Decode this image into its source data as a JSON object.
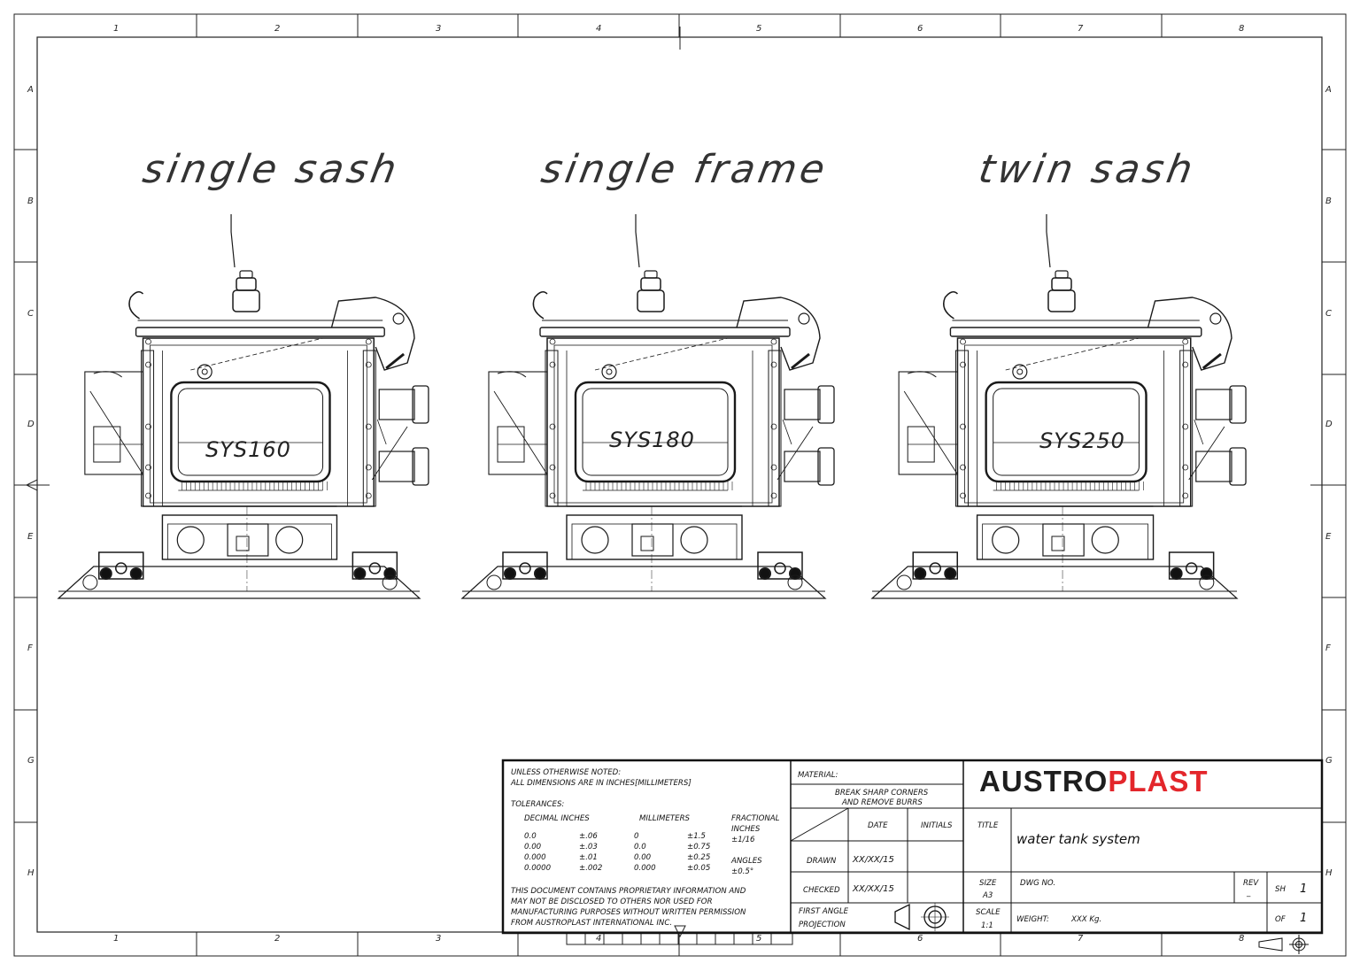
{
  "zones": {
    "columns": [
      "1",
      "2",
      "3",
      "4",
      "5",
      "6",
      "7",
      "8"
    ],
    "rows": [
      "A",
      "B",
      "C",
      "D",
      "E",
      "F",
      "G",
      "H"
    ]
  },
  "views": [
    {
      "heading": "single sash",
      "model": "SYS160"
    },
    {
      "heading": "single frame",
      "model": "SYS180"
    },
    {
      "heading": "twin sash",
      "model": "SYS250"
    }
  ],
  "title_block": {
    "notes": {
      "line1": "UNLESS OTHERWISE NOTED:",
      "line2": "ALL DIMENSIONS ARE IN INCHES[MILLIMETERS]",
      "tolerances": "TOLERANCES:",
      "decimal_inches": "DECIMAL INCHES",
      "millimeters": "MILLIMETERS",
      "fractional": "FRACTIONAL",
      "inches": "INCHES",
      "frac_value": "±1/16",
      "angles": "ANGLES",
      "angles_value": "±0.5°",
      "rows": [
        [
          "0.0",
          "±.06",
          "0",
          "±1.5"
        ],
        [
          "0.00",
          "±.03",
          "0.0",
          "±0.75"
        ],
        [
          "0.000",
          "±.01",
          "0.00",
          "±0.25"
        ],
        [
          "0.0000",
          "±.002",
          "0.000",
          "±0.05"
        ]
      ],
      "proprietary1": "THIS DOCUMENT CONTAINS PROPRIETARY INFORMATION AND",
      "proprietary2": "MAY NOT BE DISCLOSED TO OTHERS NOR USED FOR",
      "proprietary3": "MANUFACTURING PURPOSES WITHOUT WRITTEN PERMISSION",
      "proprietary4": "FROM AUSTROPLAST INTERNATIONAL INC."
    },
    "material_label": "MATERIAL:",
    "break_corners1": "BREAK SHARP CORNERS",
    "break_corners2": "AND REMOVE BURRS",
    "date_label": "DATE",
    "initials_label": "INITIALS",
    "drawn_label": "DRAWN",
    "drawn_date": "XX/XX/15",
    "checked_label": "CHECKED",
    "checked_date": "XX/XX/15",
    "first_angle1": "FIRST ANGLE",
    "first_angle2": "PROJECTION",
    "logo_part1": "AUSTRO",
    "logo_part2": "PLAST",
    "title_label": "TITLE",
    "title_value": "water tank system",
    "size_label": "SIZE",
    "size_value": "A3",
    "dwg_label": "DWG NO.",
    "rev_label": "REV",
    "rev_value": "_",
    "sh_label": "SH",
    "sh_value": "1",
    "scale_label": "SCALE",
    "scale_value": "1:1",
    "weight_label": "WEIGHT:",
    "weight_value": "XXX Kg.",
    "of_label": "OF",
    "of_value": "1"
  },
  "colors": {
    "line": "#1a1a1a",
    "brand_dark": "#1e1e1e",
    "brand_red": "#e3262b"
  }
}
